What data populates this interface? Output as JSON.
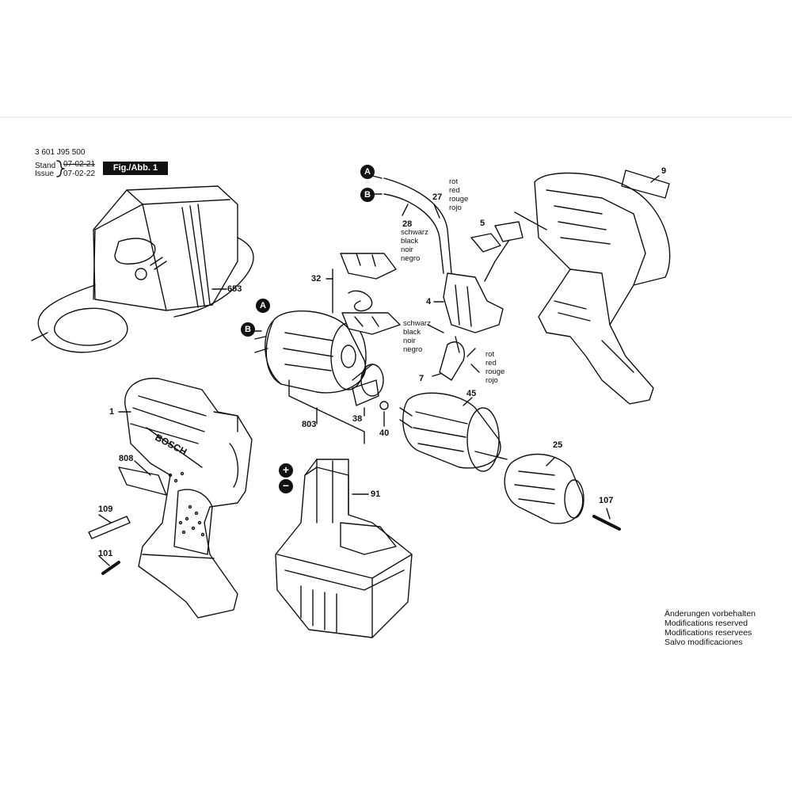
{
  "header": {
    "part_number": "3 601 J95 500",
    "stand_label": "Stand",
    "issue_label": "Issue",
    "stand_date": "07-02-21",
    "issue_date": "07-02-22",
    "figure_label": "Fig./Abb. 1"
  },
  "markers": {
    "a_top": "A",
    "b_top": "B",
    "a_motor": "A",
    "b_motor": "B",
    "plus": "+",
    "minus": "−"
  },
  "callouts": {
    "c1": "1",
    "c4": "4",
    "c5": "5",
    "c7": "7",
    "c9": "9",
    "c25": "25",
    "c27": "27",
    "c28": "28",
    "c32": "32",
    "c38": "38",
    "c40": "40",
    "c45": "45",
    "c91": "91",
    "c101": "101",
    "c107": "107",
    "c109": "109",
    "c653": "653",
    "c803": "803",
    "c808": "808"
  },
  "wire_labels": {
    "red_top": [
      "rot",
      "red",
      "rouge",
      "rojo"
    ],
    "black_top": [
      "schwarz",
      "black",
      "noir",
      "negro"
    ],
    "black_mid": [
      "schwarz",
      "black",
      "noir",
      "negro"
    ],
    "red_mid": [
      "rot",
      "red",
      "rouge",
      "rojo"
    ]
  },
  "brand_text": "BOSCH",
  "notice": [
    "Änderungen vorbehalten",
    "Modifications reserved",
    "Modifications reservees",
    "Salvo modificaciones"
  ]
}
